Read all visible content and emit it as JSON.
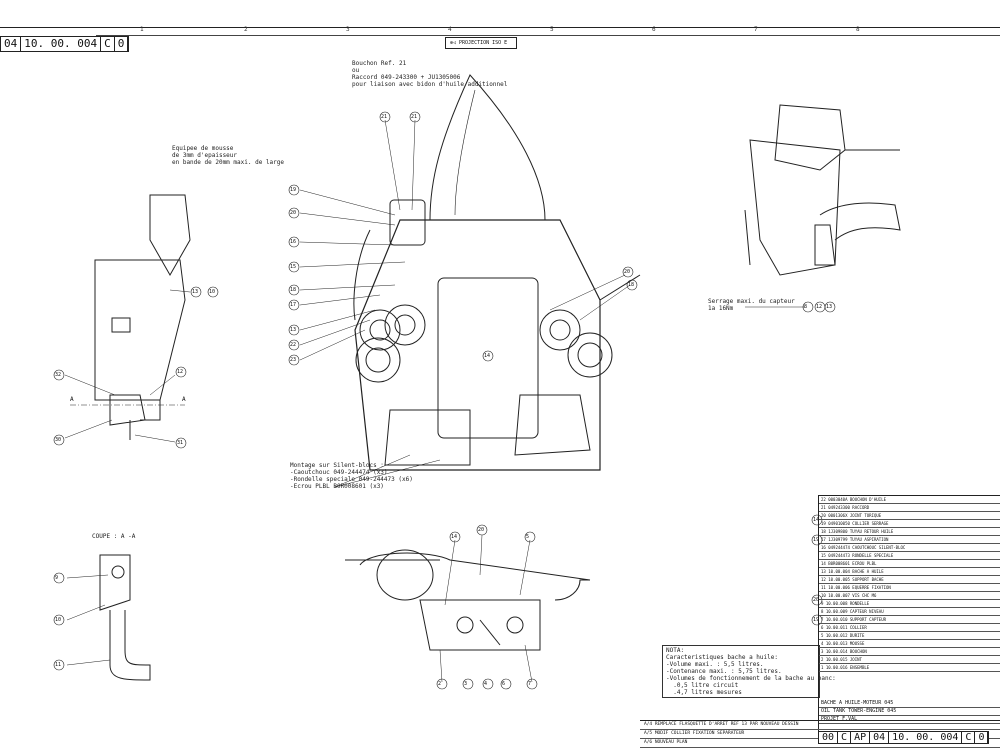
{
  "doc_id": {
    "rev_left": "04",
    "number": "10. 00. 004",
    "c": "C",
    "zero": "0"
  },
  "projection_label": "PROJECTION ISO E",
  "notes": {
    "bouchon": "Bouchon Ref. 21\nou\nRaccord 049-243300 + JU1305006\npour liaison avec bidon d'huile additionnel",
    "equipee": "Equipee de mousse\nde 3mm d'epaisseur\nen bande de 20mm maxi. de large",
    "montage": "Montage sur Silent-blocs :\n-Caoutchouc 049-244474 (x3)\n-Rondelle speciale 049-244473 (x6)\n-Ecrou PLBL B0R008601 (x3)",
    "serrage": "Serrage maxi. du capteur\n1a 16Nm",
    "coupe": "COUPE : A -A",
    "nota": "NOTA:\nCaracteristiques bache a huile:\n-Volume maxi. : 5,5 litres.\n-Contenance maxi. : 5,75 litres.\n-Volumes de fonctionnement de la bache au banc:\n  .0,5 litre circuit\n  .4,7 litres mesures"
  },
  "section_marks": [
    "A",
    "A"
  ],
  "balloons": [
    "21",
    "21",
    "19",
    "19",
    "20",
    "16",
    "15",
    "18",
    "17",
    "13",
    "22",
    "23",
    "14",
    "20",
    "18",
    "13",
    "10",
    "32",
    "12",
    "30",
    "31",
    "9",
    "10",
    "11",
    "14",
    "20",
    "5",
    "2",
    "3",
    "4",
    "6",
    "7",
    "8",
    "12",
    "13",
    "14",
    "19",
    "20"
  ],
  "title_block": {
    "rows": [
      "22  0003040A   BOUCHON D'HUILE",
      "21  049243300  RACCORD",
      "20  0001306X   JOINT TORIQUE",
      "19  049010050  COLLIER SERRAGE",
      "18  1J309800   TUYAU RETOUR HUILE",
      "17  1J309799   TUYAU ASPIRATION",
      "16  049244474  CAOUTCHOUC SILENT-BLOC",
      "15  049244473  RONDELLE SPECIALE",
      "14  B0R008601  ECROU PLBL",
      "13  10.00.004  BACHE A HUILE",
      "12  10.00.005  SUPPORT BACHE",
      "11  10.00.006  EQUERRE FIXATION",
      "10  10.00.007  VIS CHC M6",
      "9   10.00.008  RONDELLE",
      "8   10.00.009  CAPTEUR NIVEAU",
      "7   10.00.010  SUPPORT CAPTEUR",
      "6   10.00.011  COLLIER",
      "5   10.00.012  DURITE",
      "4   10.00.013  MOUSSE",
      "3   10.00.014  BOUCHON",
      "2   10.00.015  JOINT",
      "1   10.00.016  ENSEMBLE"
    ],
    "title_1": "BACHE A HUILE-MOTEUR 045",
    "title_2": "OIL TANK TOWER-ENGINE 045",
    "project": "PROJET F.VAL"
  },
  "bottom_strip": [
    "A/4  REMPLACE FLASQUETTE D'ARRET REF 13 PAR NOUVEAU DESSIN",
    "A/5  MODIF COLLIER FIXATION SEPARATEUR",
    "A/6  NOUVEAU PLAN"
  ],
  "bottom_id": {
    "a": "00",
    "b": "C",
    "c": "AP",
    "d": "04",
    "number": "10. 00. 004",
    "e": "C",
    "f": "0"
  }
}
